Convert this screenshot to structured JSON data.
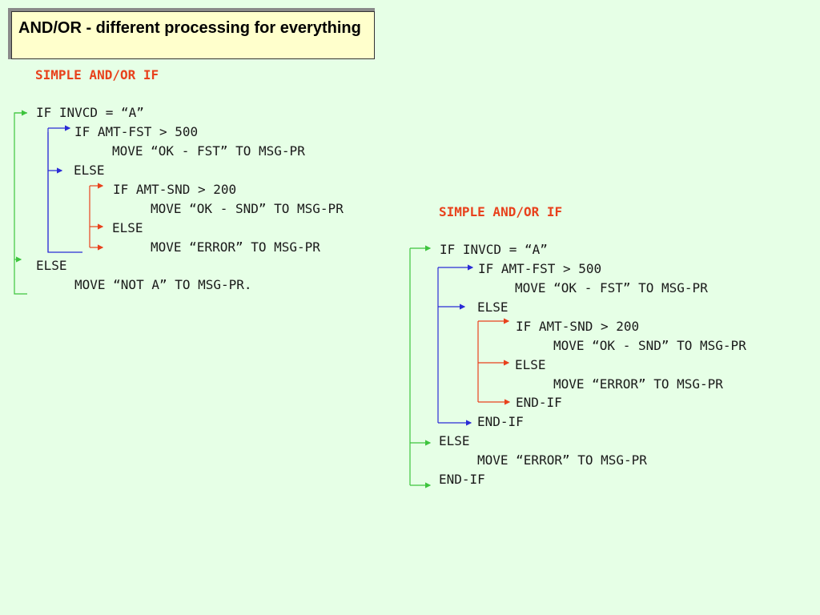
{
  "title": "AND/OR - different processing for everything",
  "left_block": {
    "heading": "SIMPLE AND/OR IF",
    "lines": [
      "IF INVCD = “A”",
      "IF AMT-FST > 500",
      "MOVE “OK - FST” TO MSG-PR",
      "ELSE",
      "IF AMT-SND > 200",
      "MOVE “OK - SND” TO MSG-PR",
      "ELSE",
      "MOVE “ERROR” TO MSG-PR",
      "ELSE",
      "MOVE “NOT A” TO MSG-PR."
    ]
  },
  "right_block": {
    "heading": "SIMPLE AND/OR IF",
    "lines": [
      "IF INVCD = “A”",
      "IF AMT-FST > 500",
      "MOVE “OK - FST” TO MSG-PR",
      "ELSE",
      "IF AMT-SND > 200",
      "MOVE “OK - SND” TO MSG-PR",
      "ELSE",
      "MOVE “ERROR” TO MSG-PR",
      "END-IF",
      "END-IF",
      "ELSE",
      "MOVE “ERROR” TO MSG-PR",
      "END-IF"
    ]
  },
  "colors": {
    "outer_level": "#3ec43e",
    "middle_level": "#2b2bd6",
    "inner_level": "#e8411c",
    "heading": "#e8411c",
    "title_background": "#ffffcc",
    "page_background": "#e6ffe6"
  }
}
